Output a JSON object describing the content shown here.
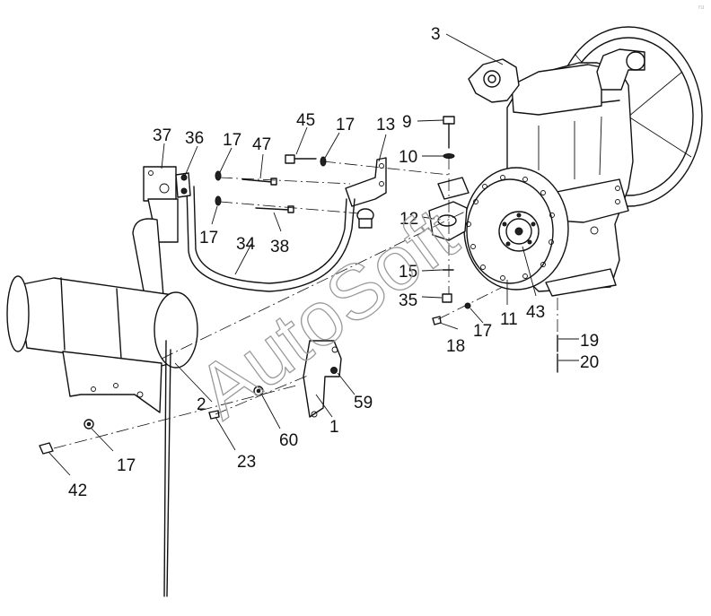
{
  "watermark": "AutoSoft",
  "corner_mark": "ru",
  "callouts": {
    "c3": "3",
    "c9": "9",
    "c10": "10",
    "c12": "12",
    "c13": "13",
    "c15": "15",
    "c35": "35",
    "c11": "11",
    "c43": "43",
    "c45": "45",
    "c17a": "17",
    "c37": "37",
    "c36": "36",
    "c17b": "17",
    "c47": "47",
    "c17c": "17",
    "c38": "38",
    "c34": "34",
    "c18": "18",
    "c17d": "17",
    "c19": "19",
    "c20": "20",
    "c59": "59",
    "c2": "2",
    "c60": "60",
    "c1": "1",
    "c23": "23",
    "c17e": "17",
    "c42": "42"
  }
}
